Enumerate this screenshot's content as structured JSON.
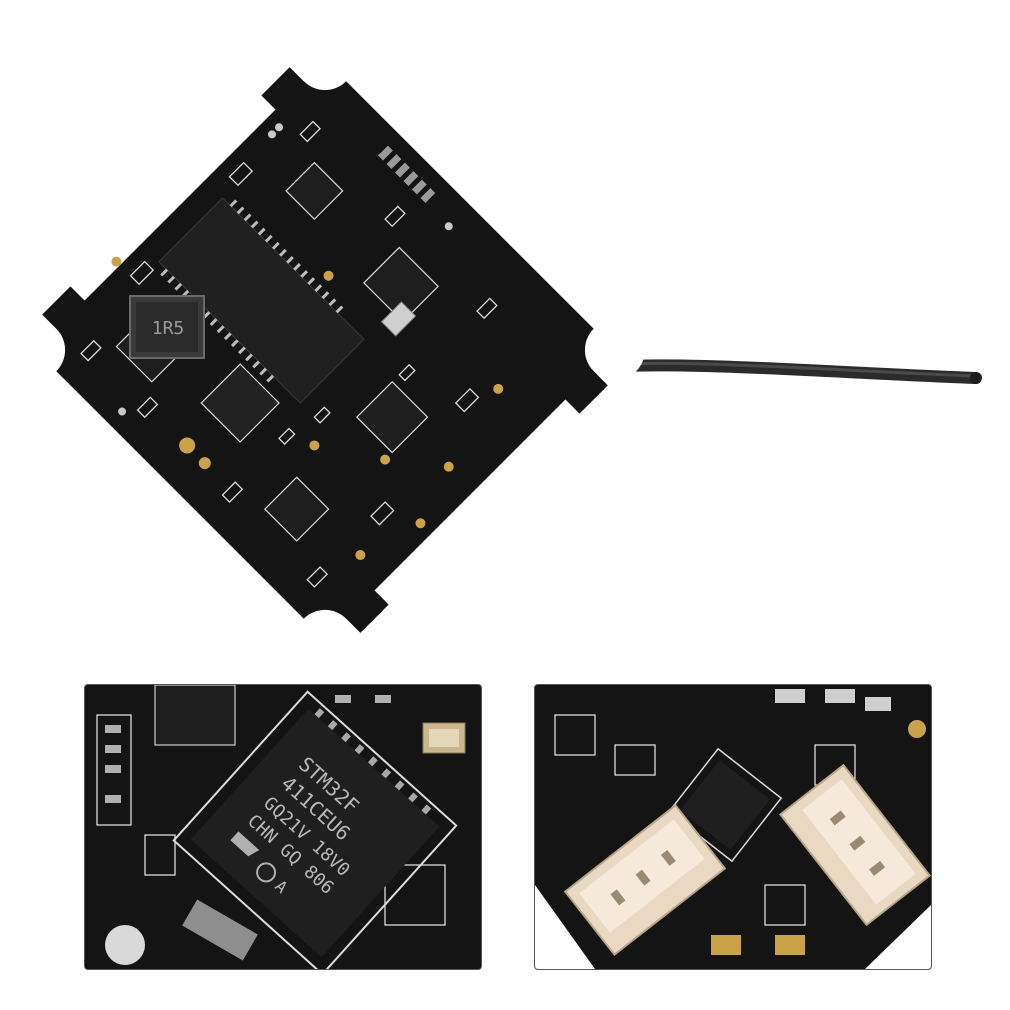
{
  "board": {
    "inductor_marking": "1R5"
  },
  "mcu_closeup": {
    "chip_lines": [
      "STM32F",
      "411CEU6",
      "GQ21V 18V0",
      "CHN GQ 806"
    ],
    "chip_suffix": "A"
  },
  "colors": {
    "pcb": "#141414",
    "silkscreen": "#dcdcdc",
    "gold_pad": "#c9a24a",
    "antenna": "#2b2b2b",
    "connector": "#ead9c2"
  }
}
